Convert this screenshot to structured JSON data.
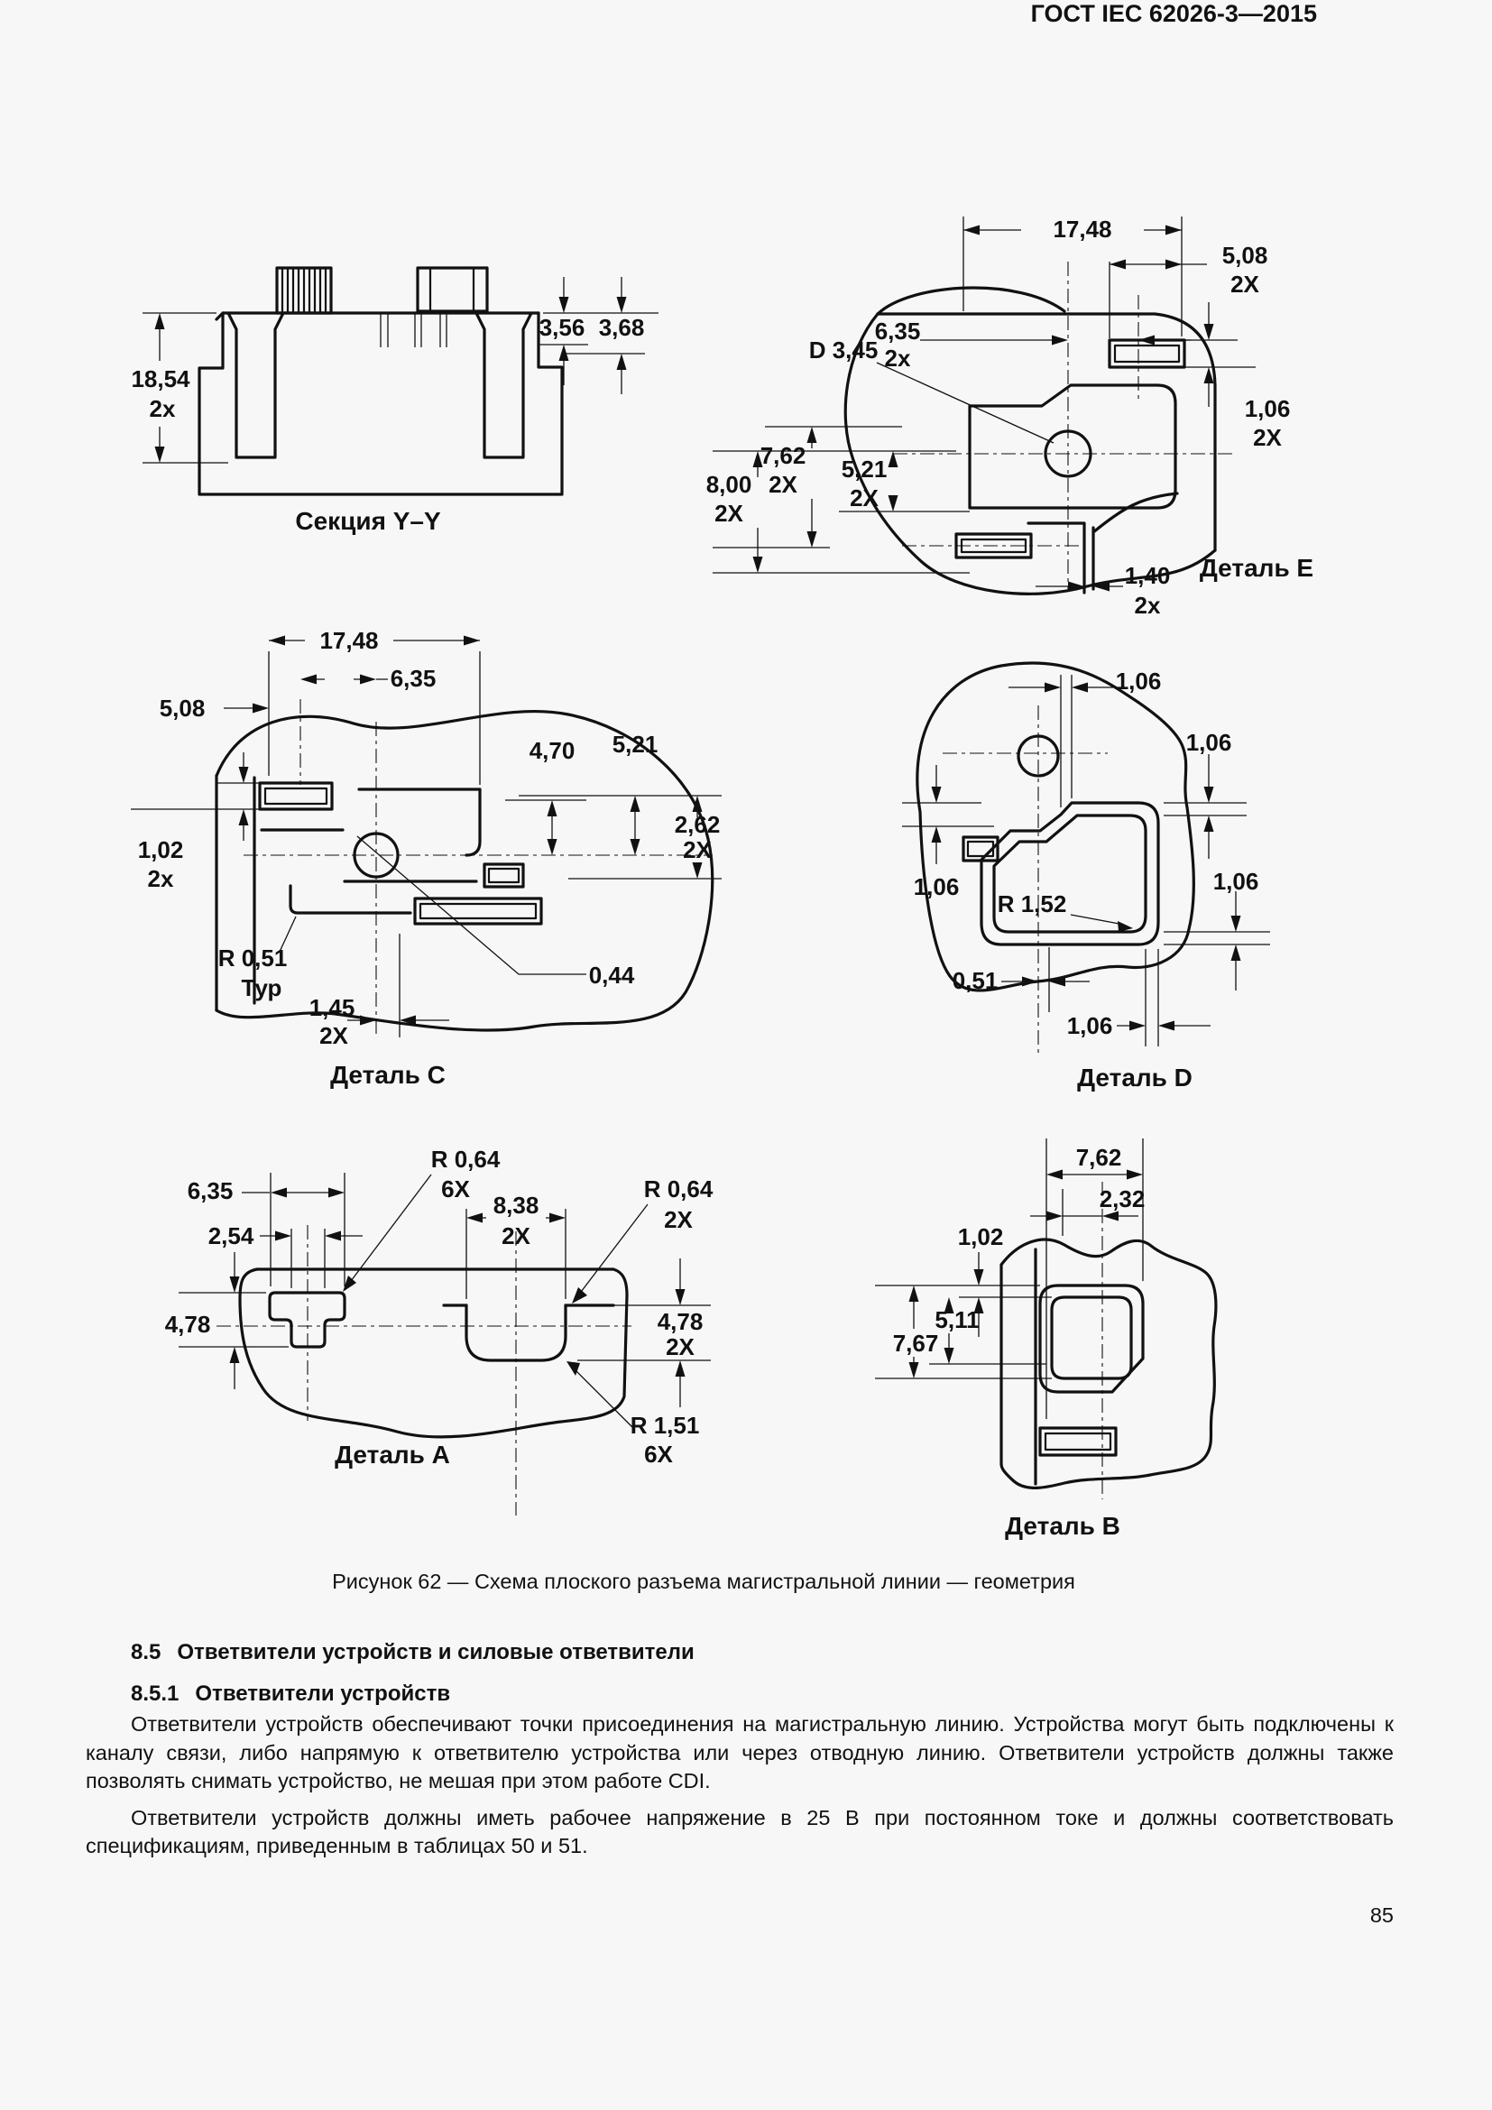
{
  "header": {
    "title": "ГОСТ IEC 62026-3—2015"
  },
  "figure": {
    "caption": "Рисунок 62 — Схема плоского разъема магистральной линии — геометрия",
    "sec_yy": {
      "label": "Секция Y–Y",
      "d1854": "18,54",
      "d1854n": "2x",
      "d356": "3,56",
      "d368": "3,68"
    },
    "det_e": {
      "label": "Деталь E",
      "d1748": "17,48",
      "d508": "5,08",
      "d508n": "2X",
      "d635": "6,35",
      "d635n": "2x",
      "d345": "D 3,45",
      "d762": "7,62",
      "d762n": "2X",
      "d800": "8,00",
      "d800n": "2X",
      "d521": "5,21",
      "d521n": "2X",
      "d106": "1,06",
      "d106n": "2X",
      "d140": "1,40",
      "d140n": "2x"
    },
    "det_c": {
      "label": "Деталь C",
      "d1748": "17,48",
      "d635": "6,35",
      "d508": "5,08",
      "d102": "1,02",
      "d102n": "2x",
      "d470": "4,70",
      "d521": "5,21",
      "d262": "2,62",
      "d262n": "2X",
      "r051": "R 0,51",
      "r051n": "Тур",
      "d145": "1,45",
      "d145n": "2X",
      "d044": "0,44"
    },
    "det_d": {
      "label": "Деталь D",
      "d106a": "1,06",
      "d106b": "1,06",
      "d106c": "1,06",
      "d106d": "1,06",
      "d106e": "1,06",
      "r152": "R 1,52",
      "d051": "0,51"
    },
    "det_a": {
      "label": "Деталь A",
      "r064": "R 0,64",
      "r064n": "6X",
      "d635": "6,35",
      "d254": "2,54",
      "d838": "8,38",
      "d838n": "2X",
      "r064b": "R 0,64",
      "r064bn": "2X",
      "d478": "4,78",
      "d478b": "4,78",
      "d478bn": "2X",
      "r151": "R 1,51",
      "r151n": "6X"
    },
    "det_b": {
      "label": "Деталь B",
      "d762": "7,62",
      "d232": "2,32",
      "d102": "1,02",
      "d767": "7,67",
      "d511": "5,11"
    }
  },
  "content": {
    "h85_num": "8.5",
    "h85_title": "Ответвители устройств и силовые ответвители",
    "h851_num": "8.5.1",
    "h851_title": "Ответвители устройств",
    "para1": "Ответвители устройств обеспечивают точки присоединения на магистральную линию. Устройства могут быть подключены к каналу связи, либо напрямую к ответвителю устройства или через отводную линию. Ответвители устройств должны также позволять снимать устройство, не мешая при этом работе CDI.",
    "para2": "Ответвители устройств должны иметь рабочее напряжение в 25 В при постоянном токе и должны соответствовать спецификациям, приведенным в таблицах 50 и 51."
  },
  "page_number": "85"
}
